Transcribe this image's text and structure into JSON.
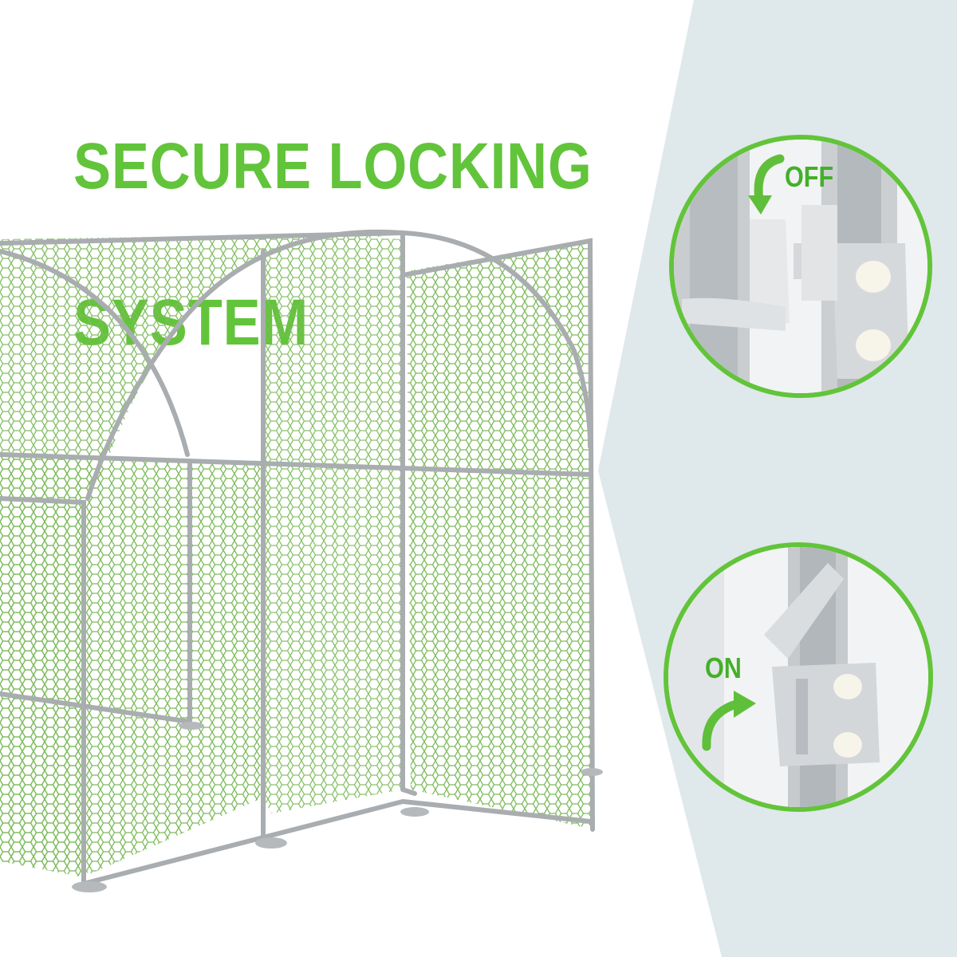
{
  "headline": {
    "line1": "SECURE  LOCKING",
    "line2": "SYSTEM"
  },
  "details": {
    "off_label": "OFF",
    "on_label": "ON"
  },
  "colors": {
    "accent": "#62c43a",
    "label": "#43b02a",
    "panel": "#dfe8ea",
    "frame": "#a9adb0",
    "mesh": "#79b25a"
  }
}
